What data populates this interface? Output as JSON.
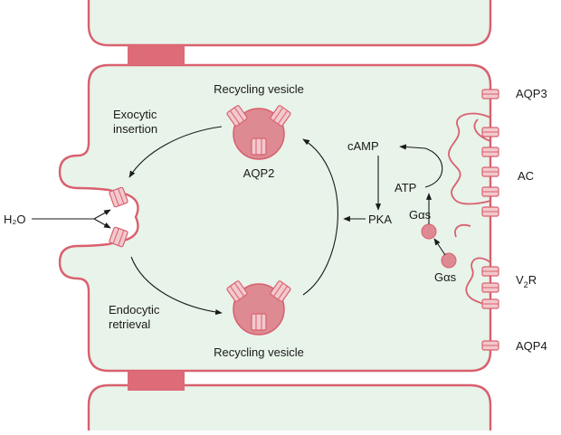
{
  "labels": {
    "recycling_vesicle_top": "Recycling vesicle",
    "aqp2": "AQP2",
    "exocytic_line1": "Exocytic",
    "exocytic_line2": "insertion",
    "endocytic_line1": "Endocytic",
    "endocytic_line2": "retrieval",
    "recycling_vesicle_bottom": "Recycling vesicle",
    "water": "H₂O",
    "camp": "cAMP",
    "atp": "ATP",
    "pka": "PKA",
    "gas_top": "Gαs",
    "gas_bottom": "Gαs",
    "aqp3": "AQP3",
    "ac": "AC",
    "v2r_main": "V",
    "v2r_sub": "2",
    "v2r_end": "R",
    "aqp4": "AQP4"
  },
  "colors": {
    "membrane": "#d9606e",
    "cytoplasm": "#e8f3ea",
    "vesicle": "#dd8a92",
    "channel": "#f2c9cd",
    "junction": "#dd6b78",
    "arrow": "#1a1a1a"
  }
}
